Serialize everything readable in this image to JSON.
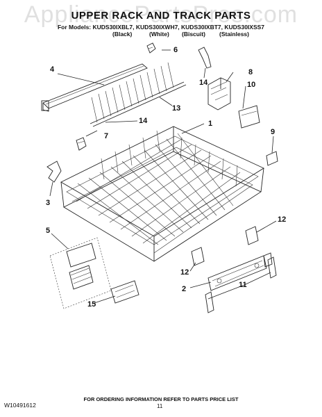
{
  "watermark": "AppliancePartsPros.com",
  "title": "UPPER RACK AND TRACK PARTS",
  "models_line": "For Models: KUDS30IXBL7, KUDS30IXWH7, KUDS30IXBT7, KUDS30IXSS7",
  "variants": [
    "(Black)",
    "(White)",
    "(Biscuit)",
    "(Stainless)"
  ],
  "callouts": [
    "6",
    "4",
    "8",
    "14",
    "10",
    "13",
    "7",
    "14",
    "1",
    "9",
    "3",
    "5",
    "12",
    "12",
    "2",
    "11",
    "15"
  ],
  "footer_note": "FOR ORDERING INFORMATION REFER TO PARTS PRICE LIST",
  "doc_id": "W10491612",
  "page_number": "11"
}
